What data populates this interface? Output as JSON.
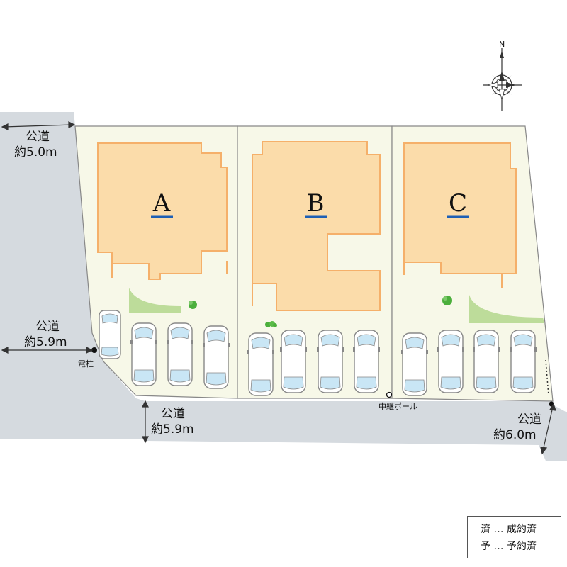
{
  "compass": {
    "north_label": "N"
  },
  "roads": [
    {
      "label": "公道",
      "width": "約5.0m"
    },
    {
      "label": "公道",
      "width": "約5.9m"
    },
    {
      "label": "公道",
      "width": "約5.9m"
    },
    {
      "label": "公道",
      "width": "約6.0m"
    }
  ],
  "lots": [
    {
      "letter": "A",
      "parking_spaces": 4
    },
    {
      "letter": "B",
      "parking_spaces": 4
    },
    {
      "letter": "C",
      "parking_spaces": 4
    }
  ],
  "markers": {
    "utility_pole": "電柱",
    "relay_pole": "中継ポール"
  },
  "legend": [
    {
      "symbol": "済",
      "separator": "…",
      "meaning": "成約済"
    },
    {
      "symbol": "予",
      "separator": "…",
      "meaning": "予約済"
    }
  ],
  "colors": {
    "road": "#d5dadf",
    "lot_fill": "#f7f8e8",
    "building_fill": "#fbdcaa",
    "building_outline": "#f5b06a",
    "lot_border": "#888888",
    "letter_underline": "#1d5fb5",
    "lawn": "#bddc9a",
    "tree": "#4caf3c",
    "car_window": "#c9e6f5"
  }
}
